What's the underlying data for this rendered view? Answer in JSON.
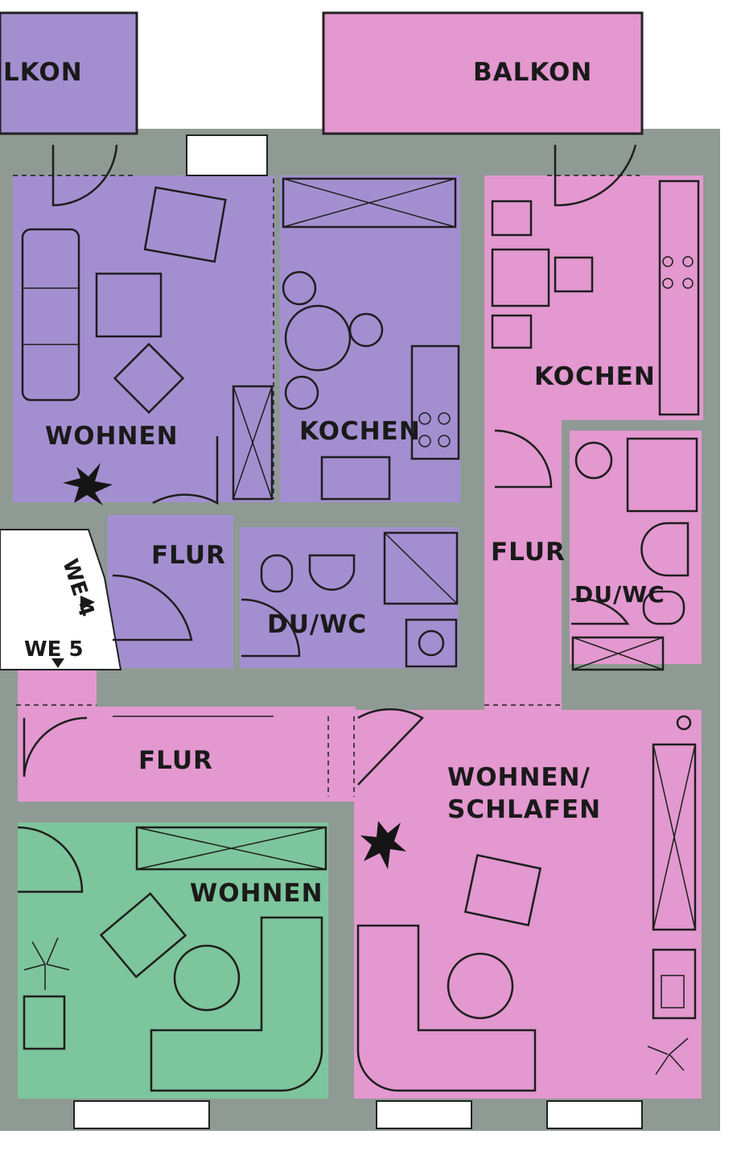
{
  "colors": {
    "unit_we4": "#a38fd0",
    "unit_we5": "#e398cf",
    "unit_green": "#7dc59c",
    "wall": "#8f9a94",
    "outside": "#ffffff"
  },
  "labels": {
    "balkon_left": "LKON",
    "balkon_right": "BALKON",
    "wohnen_top": "WOHNEN",
    "kochen_mid": "KOCHEN",
    "kochen_right": "KOCHEN",
    "flur_mid": "FLUR",
    "flur_right": "FLUR",
    "flur_bottom": "FLUR",
    "duwc_mid": "DU/WC",
    "duwc_right": "DU/WC",
    "wohnen_schlafen_line1": "WOHNEN/",
    "wohnen_schlafen_line2": "SCHLAFEN",
    "wohnen_green": "WOHNEN",
    "we4": "WE 4",
    "we5": "WE 5"
  },
  "icons": [
    "plant-icon",
    "armchair-icon",
    "sofa-icon",
    "table-icon",
    "door-swing-icon",
    "stove-icon",
    "sink-icon",
    "toilet-icon",
    "shower-icon",
    "washer-icon"
  ]
}
